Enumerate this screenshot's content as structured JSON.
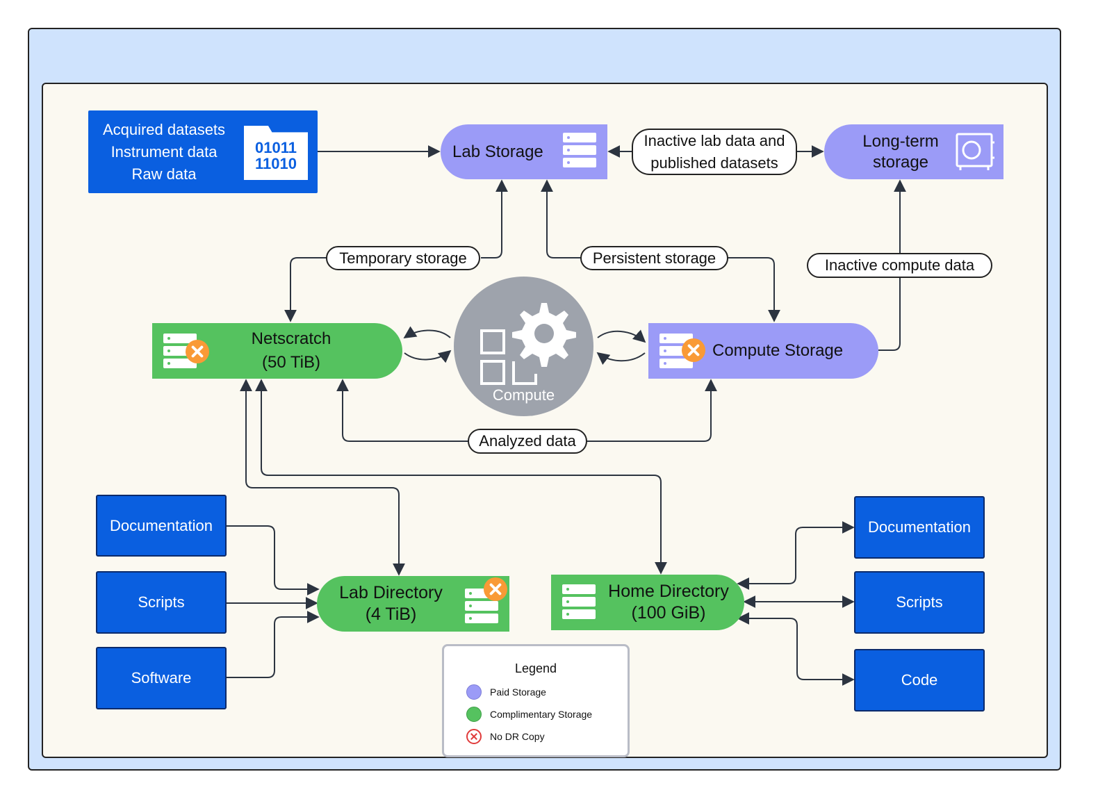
{
  "diagram": {
    "acquired": {
      "lines": [
        "Acquired datasets",
        "Instrument data",
        "Raw data"
      ],
      "binary": [
        "01011",
        "11010"
      ]
    },
    "lab_storage": "Lab Storage",
    "long_term": [
      "Long-term",
      "storage"
    ],
    "inactive_lab": [
      "Inactive lab data and",
      "published datasets"
    ],
    "temporary": "Temporary storage",
    "persistent": "Persistent storage",
    "inactive_compute": "Inactive compute data",
    "netscratch": [
      "Netscratch",
      "(50 TiB)"
    ],
    "compute": "Compute",
    "compute_storage": "Compute Storage",
    "analyzed": "Analyzed data",
    "lab_directory": [
      "Lab Directory",
      "(4 TiB)"
    ],
    "home_directory": [
      "Home Directory",
      "(100 GiB)"
    ],
    "left_items": [
      "Documentation",
      "Scripts",
      "Software"
    ],
    "right_items": [
      "Documentation",
      "Scripts",
      "Code"
    ]
  },
  "legend": {
    "title": "Legend",
    "items": [
      {
        "label": "Paid Storage",
        "color": "#9b9bf7"
      },
      {
        "label": "Complimentary Storage",
        "color": "#55c25f"
      },
      {
        "label": "No DR Copy",
        "color": "#e03b3b"
      }
    ]
  },
  "colors": {
    "paid": "#9b9bf7",
    "complimentary": "#55c25f",
    "box": "#0a5fe0",
    "compute": "#9ea3ac",
    "no_dr": "#f99a36"
  }
}
